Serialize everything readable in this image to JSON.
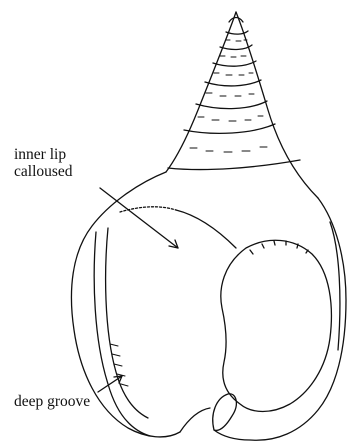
{
  "labels": {
    "inner_lip_line1": "inner lip",
    "inner_lip_line2": "calloused",
    "deep_groove": "deep groove"
  },
  "colors": {
    "ink": "#111111",
    "background": "#ffffff"
  }
}
